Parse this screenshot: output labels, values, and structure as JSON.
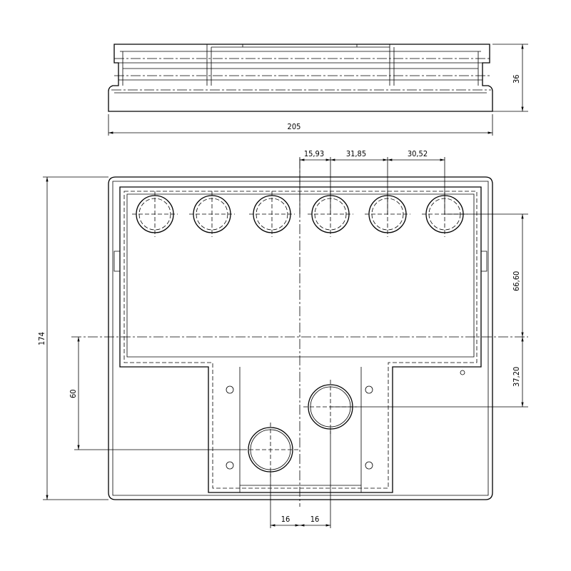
{
  "drawing": {
    "top_view": {
      "width_label": "205",
      "height_label": "36"
    },
    "plan_view": {
      "height_label": "174",
      "spacing_labels": [
        "15,93",
        "31,85",
        "30,52"
      ],
      "right_labels": [
        "66,60",
        "37,20"
      ],
      "left_label": "60",
      "bottom_labels": [
        "16",
        "16"
      ]
    }
  }
}
